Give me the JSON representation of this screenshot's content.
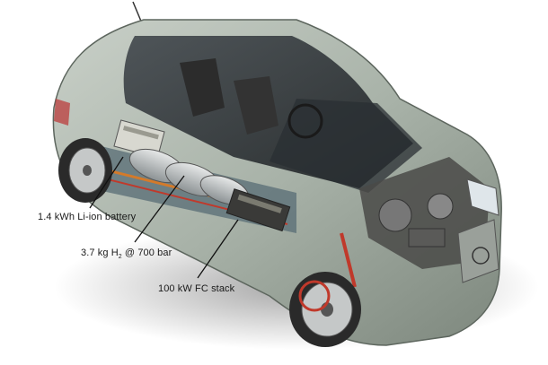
{
  "diagram": {
    "subject": "Cutaway illustration of a fuel-cell compact car (hydrogen drivetrain)",
    "callouts": [
      {
        "id": "battery",
        "text": "1.4 kWh Li-ion battery"
      },
      {
        "id": "h2-tanks",
        "text_main": "3.7 kg H",
        "text_sub": "2",
        "text_tail": " @ 700 bar"
      },
      {
        "id": "fc-stack",
        "text": "100 kW FC stack"
      }
    ]
  }
}
